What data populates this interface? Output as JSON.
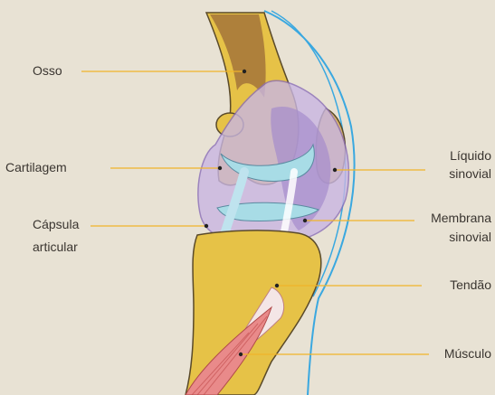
{
  "colors": {
    "background": "#e8e2d4",
    "leader_line": "#f0b429",
    "bone": "#e6c247",
    "bone_marrow": "#a3743a",
    "cartilage": "#a8dce6",
    "capsule": "#c9b6e2",
    "membrane": "#a58ccc",
    "muscle": "#e98a8a",
    "skin_line": "#3aa8e0"
  },
  "labels": {
    "osso": "Osso",
    "cartilagem": "Cartilagem",
    "capsula_l1": "Cápsula",
    "capsula_l2": "articular",
    "liquido_l1": "Líquido",
    "liquido_l2": "sinovial",
    "membrana_l1": "Membrana",
    "membrana_l2": "sinovial",
    "tendao": "Tendão",
    "musculo": "Músculo"
  }
}
